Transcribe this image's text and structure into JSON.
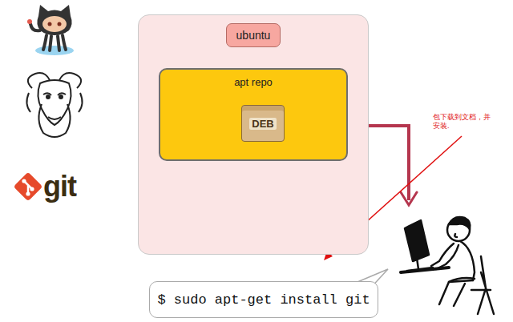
{
  "diagram": {
    "nodes": [
      {
        "text": [
          "ubuntu"
        ]
      },
      {
        "text": [
          "apt repo"
        ],
        "in": 0
      },
      {
        "text": [
          "DEB"
        ],
        "in": 1
      },
      {
        "text": [
          "$ sudo apt-get install git"
        ]
      }
    ],
    "labels": [
      "git",
      "包下载到文档，并安装."
    ]
  }
}
